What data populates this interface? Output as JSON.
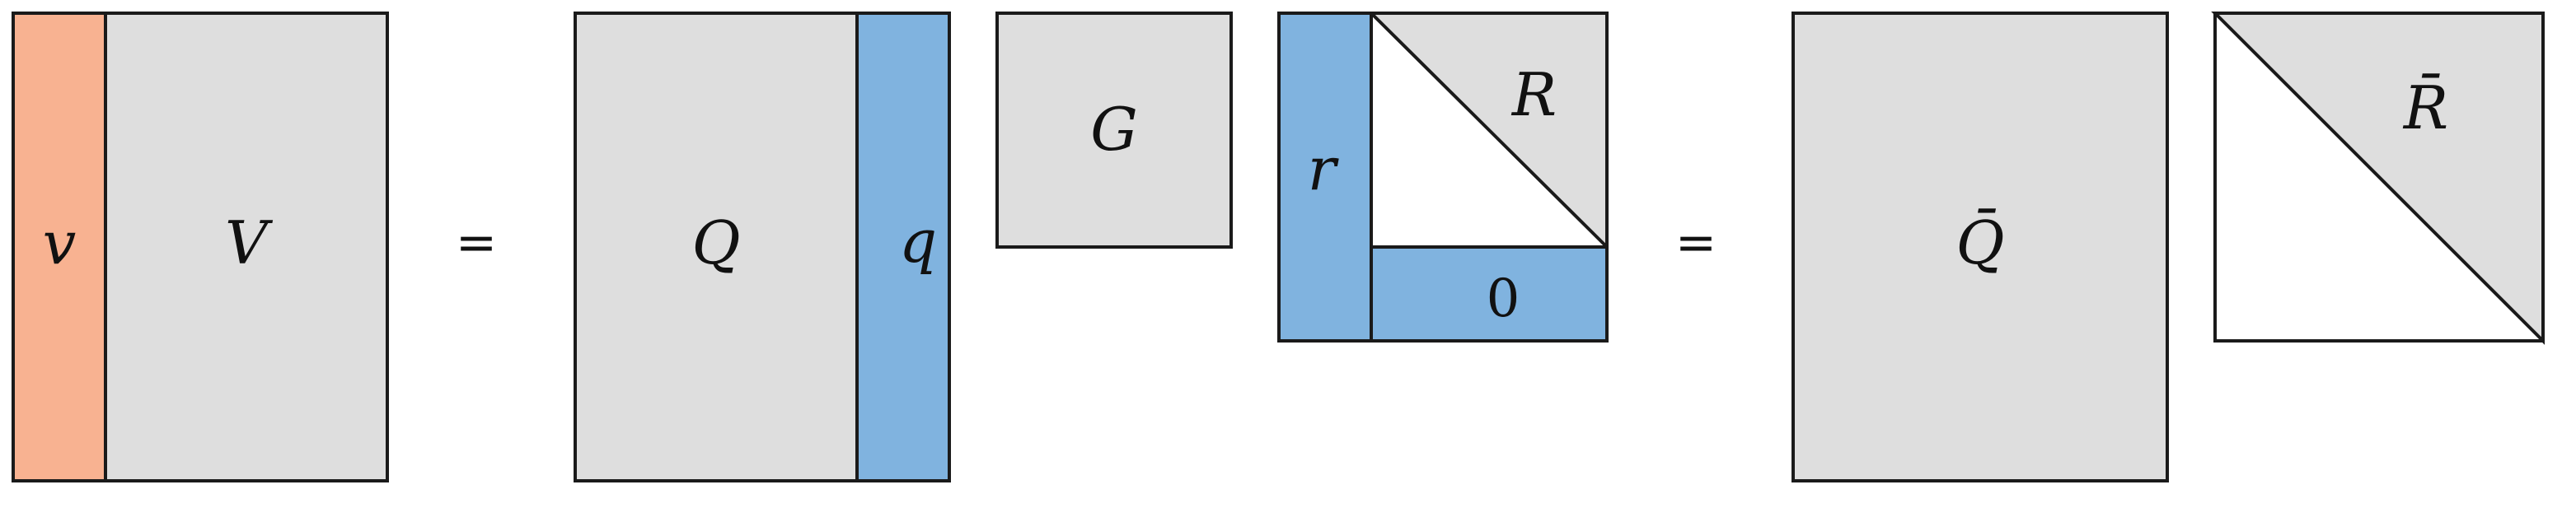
{
  "colors": {
    "gray": "#dedede",
    "blue": "#80b3df",
    "orange": "#f8b291",
    "white": "#ffffff",
    "stroke": "#1a1a1a"
  },
  "labels": {
    "v": "v",
    "V": "V",
    "Q": "Q",
    "q": "q",
    "G": "G",
    "r": "r",
    "R": "R",
    "zero": "0",
    "Qbar": "Q̄",
    "Rbar": "R̄",
    "equals_1": "=",
    "equals_2": "="
  }
}
